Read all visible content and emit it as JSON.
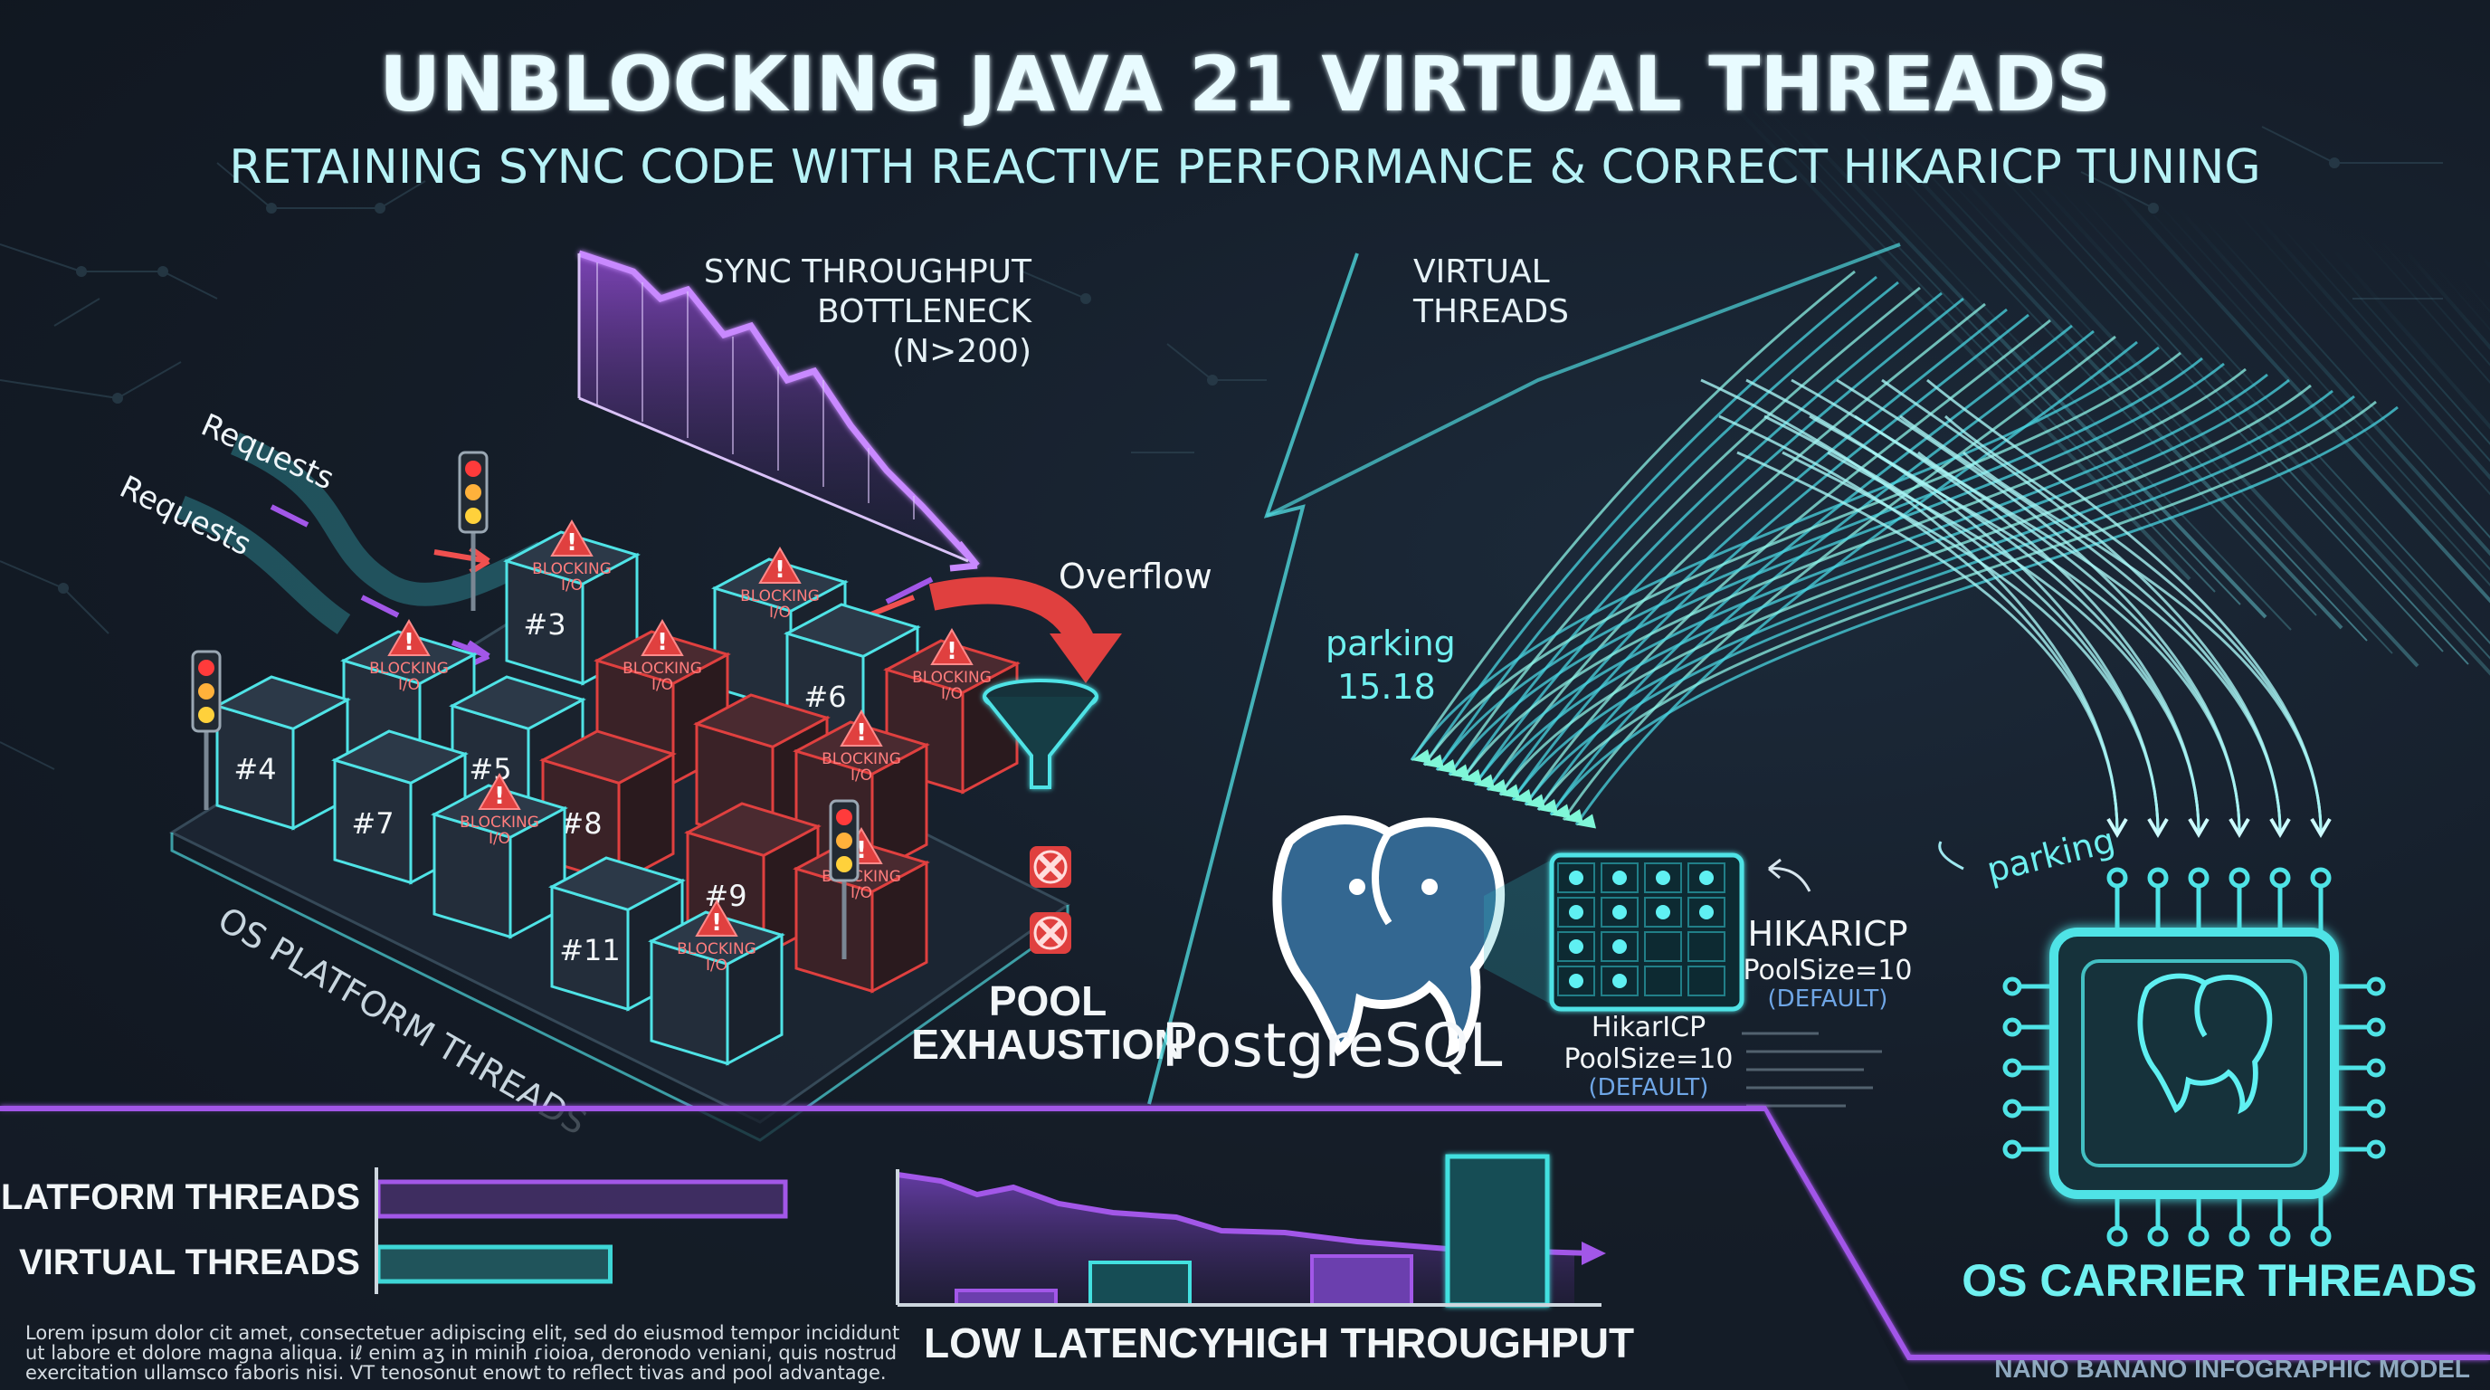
{
  "header": {
    "title": "UNBLOCKING JAVA 21 VIRTUAL THREADS",
    "subtitle": "RETAINING SYNC CODE WITH REACTIVE PERFORMANCE & CORRECT HIKARICP TUNING"
  },
  "left_panel": {
    "sync_label": [
      "SYNC THROUGHPUT",
      "BOTTLENECK",
      "(N>200)"
    ],
    "requests_label_1": "Requests",
    "requests_label_2": "Requests",
    "overflow_label": "Overflow",
    "pool_label": [
      "POOL",
      "EXHAUSTION"
    ],
    "threads_label": "OS PLATFORM THREADS",
    "blocking_label": [
      "BLOCKING",
      "I/O"
    ],
    "thread_ids": [
      "#3",
      "#6",
      "#4",
      "#5",
      "#7",
      "#8",
      "#9",
      "#11"
    ]
  },
  "right_panel": {
    "virtual_label": [
      "VIRTUAL",
      "THREADS"
    ],
    "parking_label_1": [
      "parking",
      "15.18"
    ],
    "parking_label_2": "parking",
    "postgres_label": "PostgreSQL",
    "hikari_right": [
      "HIKARICP",
      "PoolSize=10",
      "(DEFAULT)"
    ],
    "hikari_left": [
      "HikarICP",
      "PoolSize=10",
      "(DEFAULT)"
    ],
    "carrier_label": "OS CARRIER THREADS"
  },
  "bottom_panel": {
    "bars": [
      {
        "label": "PLATFORM THREADS",
        "value": 1.0,
        "color": "#a257e8"
      },
      {
        "label": "VIRTUAL THREADS",
        "value": 0.57,
        "color": "#3ed6d6"
      }
    ],
    "lorem": [
      "Lorem ipsum dolor cit amet, consectetuer adipiscing elit, sed do eiusmod tempor incididunt",
      "ut labore et dolore magna aliqua. iℓ enim aʒ in minih ɾioioa, deronodo veniani, quis nostrud",
      "exercitation ullamsco faboris nisi. VT tenosonut enowt to reflect tivas and pool advantage."
    ],
    "latency_label": "LOW LATENCY",
    "throughput_label": "HIGH THROUGHPUT",
    "footer_label": "NANO BANANO INFOGRAPHIC MODEL"
  },
  "colors": {
    "cyan": "#43e0e0",
    "purple": "#a257e8",
    "red": "#e0403f",
    "background": "#141c27",
    "postgres_blue": "#336791"
  },
  "icons": [
    "traffic-light-icon",
    "warning-icon",
    "funnel-icon",
    "error-x-icon",
    "postgres-elephant-icon",
    "cpu-chip-icon"
  ]
}
